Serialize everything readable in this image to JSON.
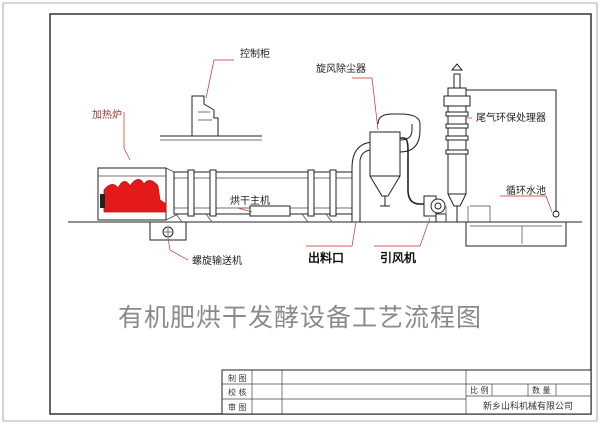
{
  "title": "有机肥烘干发酵设备工艺流程图",
  "labels": {
    "control_cabinet": "控制柜",
    "heating_furnace": "加热炉",
    "cyclone_dust_collector": "旋风除尘器",
    "exhaust_gas_treatment": "尾气环保处理器",
    "circulating_pool": "循环水池",
    "dryer_main": "烘干主机",
    "discharge_port": "出料口",
    "induced_fan": "引风机",
    "screw_conveyor": "螺旋输送机"
  },
  "title_block": {
    "drawn_by": "制 图",
    "checked_by": "校 核",
    "reviewed_by": "审 图",
    "scale": "比 例",
    "quantity": "数 量",
    "company": "新乡山科机械有限公司"
  },
  "colors": {
    "flame": "#e41a1a",
    "leader": "#c03030",
    "line": "#222222",
    "title": "#8a8a8a"
  }
}
